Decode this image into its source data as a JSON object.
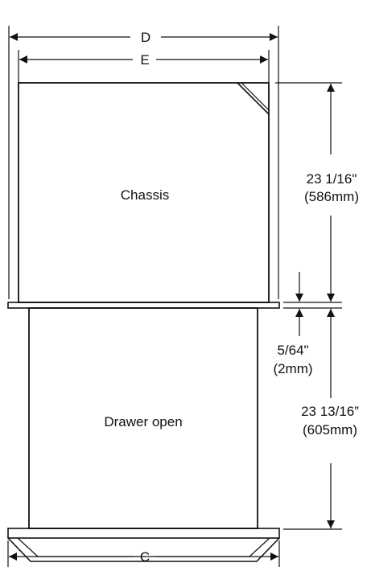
{
  "dimensions": {
    "overall_width_label": "D",
    "inner_width_label": "E",
    "bottom_width_label": "C",
    "chassis_height_in": "23 1/16\"",
    "chassis_height_mm": "(586mm)",
    "gap_in": "5/64\"",
    "gap_mm": "(2mm)",
    "drawer_height_in": "23 13/16”",
    "drawer_height_mm": "(605mm)"
  },
  "parts": {
    "chassis_label": "Chassis",
    "drawer_label": "Drawer open"
  }
}
